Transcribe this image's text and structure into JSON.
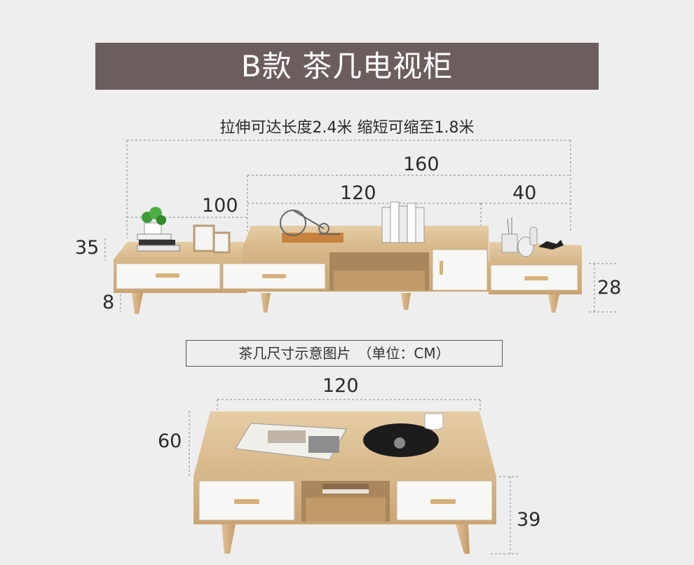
{
  "title": "B款 茶几电视柜",
  "tv_cabinet": {
    "extension_note": "拉伸可达长度2.4米 缩短可缩至1.8米",
    "dims": {
      "total": "160",
      "left_section": "100",
      "middle_section": "120",
      "right_section": "40",
      "depth": "35",
      "height": "28",
      "leg_height": "8"
    }
  },
  "caption": "茶几尺寸示意图片　（单位：CM）",
  "coffee_table": {
    "dims": {
      "length": "120",
      "width": "60",
      "height": "39"
    }
  },
  "colors": {
    "title_bg": "#6c5d5e",
    "wood": "#d9b98c",
    "white_panel": "#f7f7f5",
    "background": "#eeeeee"
  }
}
